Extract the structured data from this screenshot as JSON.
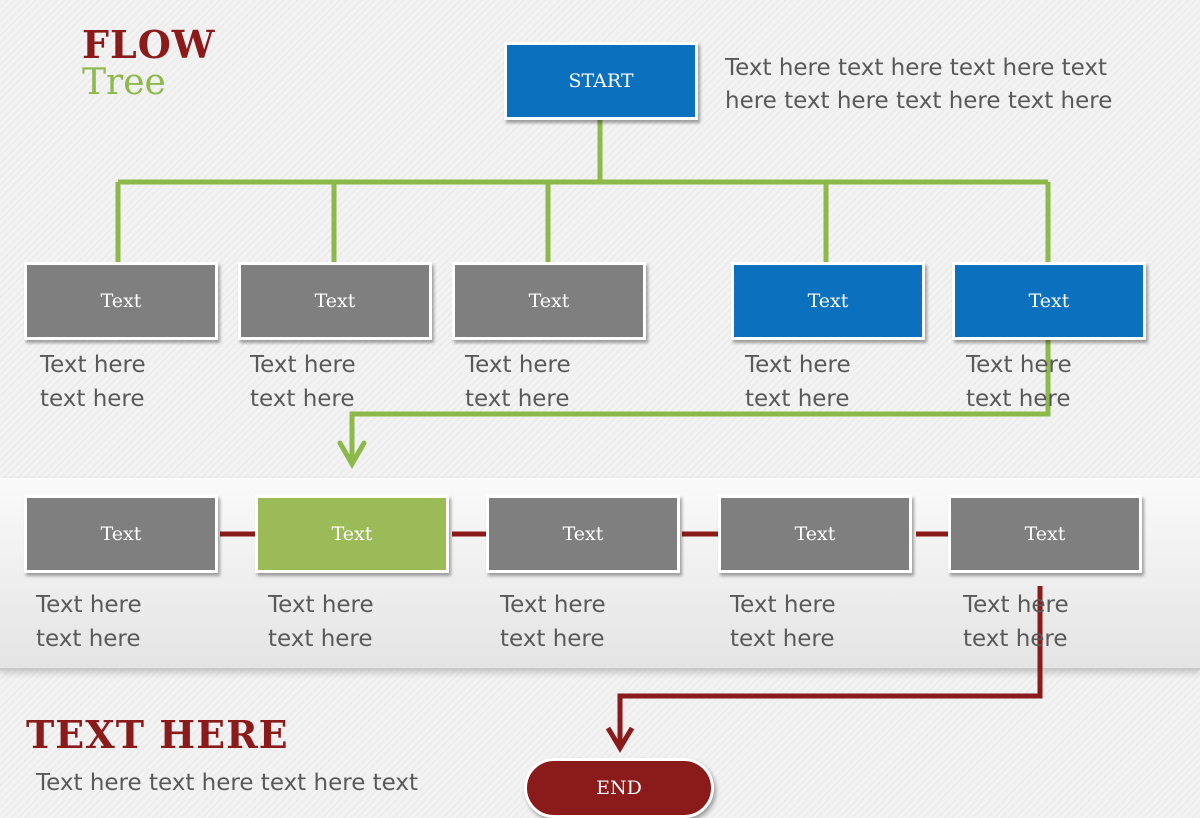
{
  "title": {
    "line1": "FLOW",
    "line2": "Tree"
  },
  "start": {
    "label": "START",
    "description": "Text here text here text here text here text here text here text here"
  },
  "tree_nodes": [
    {
      "label": "Text",
      "note": "Text here\ntext here",
      "color": "gray"
    },
    {
      "label": "Text",
      "note": "Text here\ntext here",
      "color": "gray"
    },
    {
      "label": "Text",
      "note": "Text here\ntext here",
      "color": "gray"
    },
    {
      "label": "Text",
      "note": "Text here\ntext here",
      "color": "blue"
    },
    {
      "label": "Text",
      "note": "Text here\ntext here",
      "color": "blue"
    }
  ],
  "process_nodes": [
    {
      "label": "Text",
      "note": "Text here\ntext here",
      "color": "gray"
    },
    {
      "label": "Text",
      "note": "Text here\ntext here",
      "color": "green"
    },
    {
      "label": "Text",
      "note": "Text here\ntext here",
      "color": "gray"
    },
    {
      "label": "Text",
      "note": "Text here\ntext here",
      "color": "gray"
    },
    {
      "label": "Text",
      "note": "Text here\ntext here",
      "color": "gray"
    }
  ],
  "footer": {
    "heading": "TEXT HERE",
    "description": "Text here text here text here text"
  },
  "end": {
    "label": "END"
  },
  "colors": {
    "gray": "#7f7f7f",
    "blue": "#0b70bd",
    "green": "#9bbb59",
    "connector_green": "#8db84a",
    "connector_red": "#8b1a1a",
    "title_red": "#8b1a1a"
  }
}
